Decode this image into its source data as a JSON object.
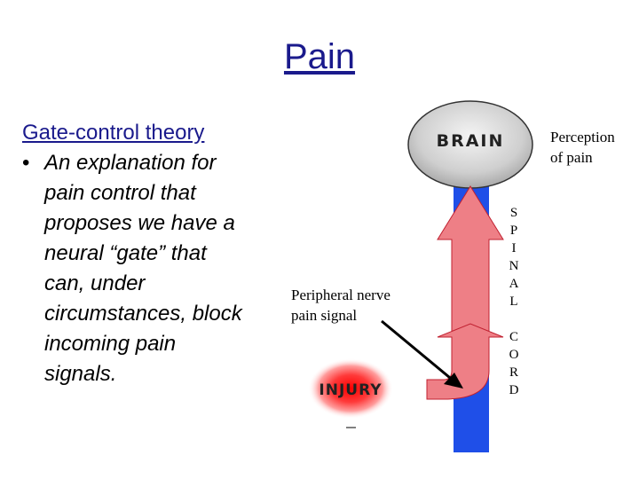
{
  "slide": {
    "title": "Pain",
    "heading": "Gate-control theory",
    "bullet_symbol": "•",
    "bullet_lines": [
      "An explanation for",
      "pain control that",
      "proposes we have a",
      "neural “gate” that",
      "can, under",
      "circumstances, block",
      "incoming pain",
      "signals."
    ]
  },
  "diagram": {
    "brain_label": "BRAIN",
    "perception_lines": [
      "Perception",
      "of pain"
    ],
    "spinal_letters": [
      "S",
      "P",
      "I",
      "N",
      "A",
      "L"
    ],
    "cord_letters": [
      "C",
      "O",
      "R",
      "D"
    ],
    "peripheral_lines": [
      "Peripheral nerve",
      "pain signal"
    ],
    "injury_label": "INJURY",
    "colors": {
      "cord_blue": "#1f4fe8",
      "arrow_pink": "#ee7f86",
      "arrow_outline": "#c02030",
      "injury_red": "#ff0000",
      "title_blue": "#1a1a8c"
    }
  }
}
